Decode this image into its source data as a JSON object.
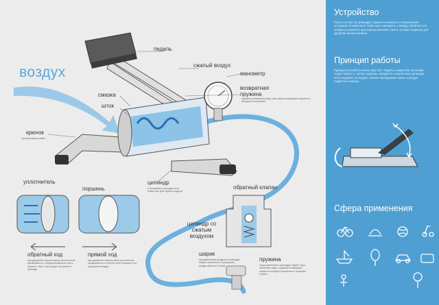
{
  "diagram": {
    "labels": {
      "air": "воздух",
      "pedal": "педаль",
      "compressed_air": "сжатый воздух",
      "manometer": "манометр",
      "return_spring": "возвратная пружина",
      "grease": "смазка",
      "rod": "шток",
      "hook": "крючок",
      "seal": "уплотнитель",
      "piston": "поршень",
      "cylinder": "цилиндр",
      "check_valve": "обратный клапан",
      "cylinder_compressed": "цилиндр со сжатым воздухом",
      "ball": "шарик",
      "spring": "пружина",
      "reverse_stroke": "обратный ход",
      "forward_stroke": "прямой ход"
    },
    "notes": {
      "hook_note": "для фиксации рамы",
      "spring_note": "пружина разжимает раму, тем самым возвращая поршень в исходное положение",
      "cylinder_note": "в основании цилиндра есть отверстие для подачи воздуха",
      "reverse_note": "при движении поршня вверх уплотнитель прижимается к перфорированной части поршня. Через них воздух поступает в цилиндр",
      "forward_note": "при движении поршня вниз уплотнитель прижимается к плотной части поршня и не пропускает воздух",
      "ball_note": "под давлением воздуха в цилиндре шарик опускается и пропускает воздух дальше в шланг",
      "spring2_note": "когда давление в цилиндре падает (при обратном ходе), пружина возвращает шарик в исходное положение и запирает клапан"
    }
  },
  "panel": {
    "device_title": "Устройство",
    "device_text": "Насос состоит из цилиндра, поршня и шланга со специальным штуцером. В комплексе также идет манометр, а между собой все эти элементы крепятся при помощи рычагов. Насос основан педалью для удобства использования.",
    "principle_title": "Принцип работы",
    "principle_text": "Принцип его работы очень простой - педаль в закрытом состоянии подает вверх, а, затем, поршень находится в самом низу цилиндра. Если надавить на педаль, клапан перекрывает канал и воздух подается в камеру.",
    "application_title": "Сфера применения",
    "icons": [
      "bicycle-icon",
      "pool-ring-icon",
      "ball-icon",
      "scooter-icon",
      "boat-icon",
      "balloon-icon",
      "car-icon",
      "mattress-icon",
      "airbed-icon",
      "bulb-icon"
    ]
  },
  "colors": {
    "accent": "#4f9fd3",
    "air": "#5aa5de",
    "hose": "#6bb0de"
  }
}
